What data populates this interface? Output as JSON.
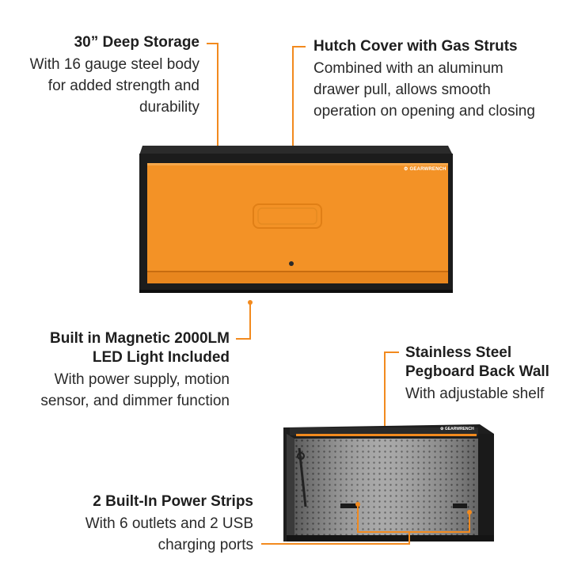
{
  "callouts": {
    "deep_storage": {
      "title": "30” Deep Storage",
      "body": [
        "With 16 gauge steel body",
        "for added strength and",
        "durability"
      ]
    },
    "hutch_cover": {
      "title": "Hutch Cover with Gas Struts",
      "body": [
        "Combined with an aluminum",
        "drawer pull, allows smooth",
        "operation on opening and closing"
      ]
    },
    "led_light": {
      "title": [
        "Built in Magnetic 2000LM",
        "LED Light Included"
      ],
      "body": [
        "With power supply, motion",
        "sensor, and dimmer function"
      ]
    },
    "pegboard": {
      "title": [
        "Stainless Steel",
        "Pegboard Back Wall"
      ],
      "body": [
        "With adjustable shelf"
      ]
    },
    "power_strips": {
      "title": "2 Built-In Power Strips",
      "body": [
        "With 6 outlets and 2 USB",
        "charging ports"
      ]
    }
  },
  "brand": {
    "logo_text": "GEARWRENCH"
  },
  "colors": {
    "accent": "#f28a1e",
    "cabinet_orange": "#f39226",
    "cabinet_black": "#1c1c1c"
  }
}
